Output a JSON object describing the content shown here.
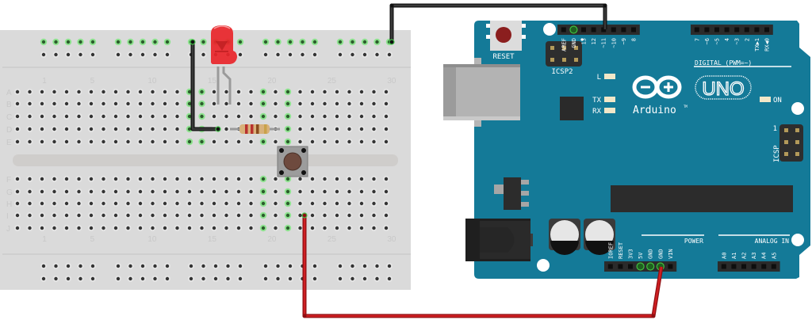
{
  "diagram": {
    "title": "Arduino UNO push button with LED circuit",
    "breadboard": {
      "columns": 30,
      "rows_top": [
        "A",
        "B",
        "C",
        "D",
        "E"
      ],
      "rows_bottom": [
        "F",
        "G",
        "H",
        "I",
        "J"
      ],
      "column_labels": [
        "1",
        "5",
        "10",
        "15",
        "20",
        "25",
        "30"
      ],
      "column_label_values": [
        1,
        5,
        10,
        15,
        20,
        25,
        30
      ],
      "highlighted_columns": [
        14,
        15,
        20,
        22
      ],
      "rail_groups": 5,
      "rail_holes_per_group": 5
    },
    "components": {
      "led": {
        "name": "Red LED",
        "color": "#e8262b"
      },
      "resistor": {
        "name": "Resistor",
        "bands": [
          "#b8312f",
          "#b8312f",
          "#8a4b1c",
          "#c9a24a"
        ]
      },
      "button": {
        "name": "Push button"
      }
    },
    "wires": [
      {
        "name": "ground-rail-to-led",
        "color": "#222222"
      },
      {
        "name": "gnd-pin-to-ground-rail",
        "color": "#222222"
      },
      {
        "name": "5v-to-button",
        "color": "#c0171a"
      }
    ],
    "arduino": {
      "board_color": "#147a98",
      "reset_label": "RESET",
      "icsp2_label": "ICSP2",
      "icsp_label": "ICSP",
      "icsp_pin1": "1",
      "logo_text": "Arduino",
      "trademark": "TM",
      "model": "UNO",
      "led_labels": {
        "l": "L",
        "tx": "TX",
        "rx": "RX",
        "on": "ON"
      },
      "digital_header_label": "DIGITAL (PWM=~)",
      "digital_pins_left": [
        "AREF",
        "GND",
        "13",
        "12",
        "~11",
        "~10",
        "~9",
        "8"
      ],
      "digital_pins_right": [
        "7",
        "~6",
        "~5",
        "4",
        "~3",
        "2",
        "TX▶1",
        "RX◀0"
      ],
      "power_header_label": "POWER",
      "power_pins": [
        "IOREF",
        "RESET",
        "3V3",
        "5V",
        "GND",
        "GND",
        "VIN"
      ],
      "analog_header_label": "ANALOG IN",
      "analog_pins": [
        "A0",
        "A1",
        "A2",
        "A3",
        "A4",
        "A5"
      ]
    }
  }
}
